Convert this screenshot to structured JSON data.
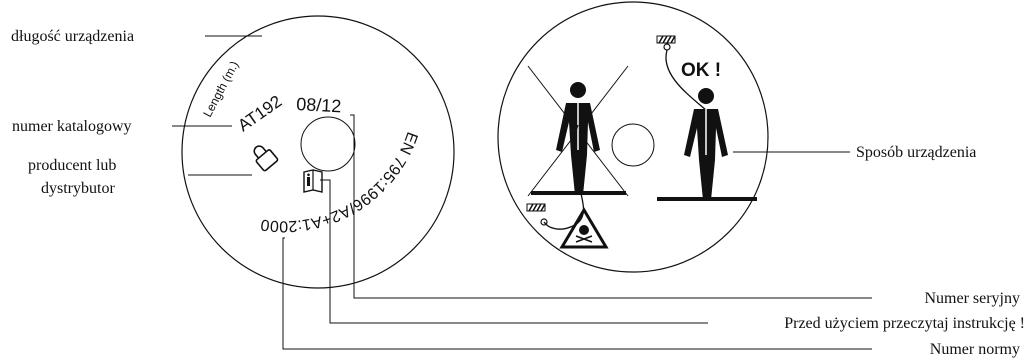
{
  "labels": {
    "device_length": "długość urządzenia",
    "catalog_number": "numer katalogowy",
    "manufacturer_line1": "producent lub",
    "manufacturer_line2": "dystrybutor",
    "usage": "Sposób urządzenia",
    "serial_number": "Numer seryjny",
    "read_instructions": "Przed użyciem przeczytaj instrukcję !",
    "standard_number": "Numer normy"
  },
  "disc_left": {
    "length_text": "Length (m.)",
    "catalog_code": "AT192",
    "serial": "08/12",
    "standard": "EN 795:1996/A2+A1:2000",
    "manufacturer_icon": "padlock-icon",
    "instruction_icon": "book-info-icon"
  },
  "disc_right": {
    "ok_text": "OK !",
    "icons": [
      "crossed-out-person-icon",
      "ok-person-icon",
      "skull-warning-icon",
      "anchor-hatch-icon"
    ]
  }
}
